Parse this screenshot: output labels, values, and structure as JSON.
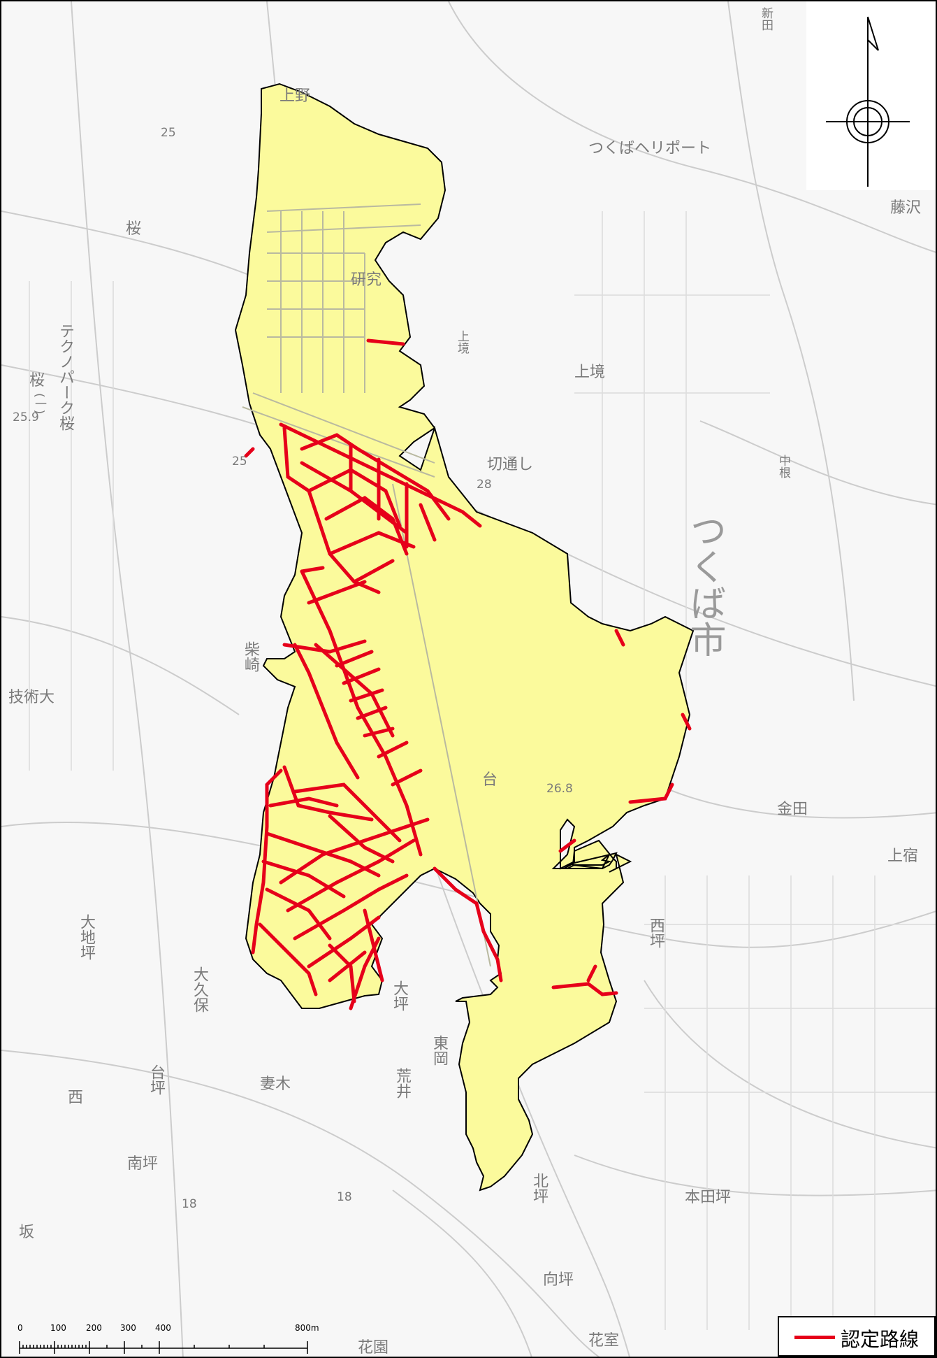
{
  "colors": {
    "area_fill": "#fbfa9c",
    "boundary": "#000000",
    "route": "#e6001a",
    "base_lines": "#c8c8c8",
    "place_labels": "#7a7a7a"
  },
  "places": {
    "shinden": "新田",
    "ueno": "上野",
    "heliport": "つくばヘリポート",
    "fujisawa": "藤沢",
    "kamizakai_1": "上境",
    "kamizakai_2": "上境",
    "kiridoshi": "切通し",
    "nakane": "中根",
    "tsukuba_city": "つくば市",
    "sakura_1": "桜",
    "sakura_2": "桜",
    "technopark": "テクノパーク桜",
    "sakura_ichi": "(一)",
    "research": "研究",
    "shibasaki": "柴崎",
    "gijutsu": "技術大",
    "kaneda": "金田",
    "kamijuku": "上宿",
    "nishitsubo": "西坪",
    "ooaza": "大地坪",
    "okubo": "大久保",
    "otsubo": "大坪",
    "higashioka": "東岡",
    "tsumagi": "妻木",
    "aranai": "荒井",
    "daitsubo": "台坪",
    "nishi": "西",
    "minami": "南坪",
    "sakado": "坂",
    "kitatsubo": "北坪",
    "hanamuro_1": "花室",
    "hanazono": "花園",
    "mukaitsubo": "向坪",
    "kamiyoshi": "本田坪",
    "n25a": "25",
    "n25b": "25",
    "n259": "25.9",
    "n268": "26.8",
    "n18a": "18",
    "n18b": "18",
    "n28": "28",
    "dai": "台"
  },
  "scale": {
    "ticks": [
      "0",
      "100",
      "200",
      "300",
      "400",
      "800m"
    ]
  },
  "legend": {
    "label": "認定路線",
    "line_icon": "red-line-swatch"
  },
  "icons": {
    "north_arrow": "north-arrow-icon"
  }
}
